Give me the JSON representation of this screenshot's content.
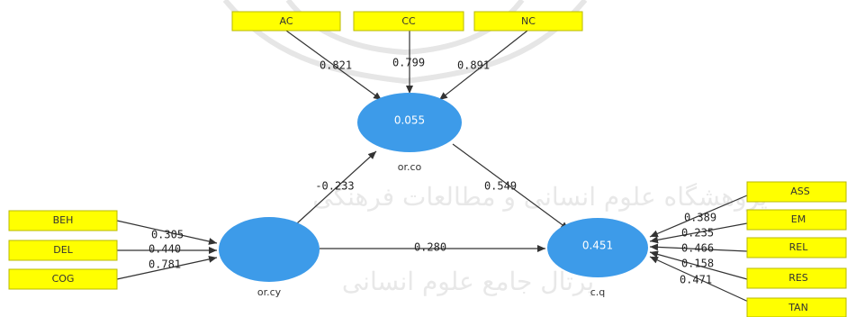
{
  "diagram": {
    "latent": {
      "or_co": {
        "name": "or.co",
        "r2": "0.055"
      },
      "or_cy": {
        "name": "or.cy",
        "r2": ""
      },
      "c_q": {
        "name": "c.q",
        "r2": "0.451"
      }
    },
    "indicators": {
      "top": [
        "AC",
        "CC",
        "NC"
      ],
      "left": [
        "BEH",
        "DEL",
        "COG"
      ],
      "right": [
        "ASS",
        "EM",
        "REL",
        "RES",
        "TAN"
      ]
    },
    "loadings": {
      "top": [
        "0.821",
        "0.799",
        "0.891"
      ],
      "left": [
        "0.305",
        "0.440",
        "0.781"
      ],
      "right": [
        "0.389",
        "0.235",
        "0.466",
        "0.158",
        "0.471"
      ]
    },
    "paths": {
      "cy_to_co": "-0.233",
      "co_to_cq": "0.549",
      "cy_to_cq": "0.280"
    },
    "watermark": {
      "line1": "پژوهشگاه علوم انسانی و مطالعات فرهنگی",
      "line2": "پرتال جامع علوم انسانی"
    },
    "colors": {
      "indicator_fill": "#ffff00",
      "latent_fill": "#3d9be9",
      "edge": "#333333"
    }
  }
}
